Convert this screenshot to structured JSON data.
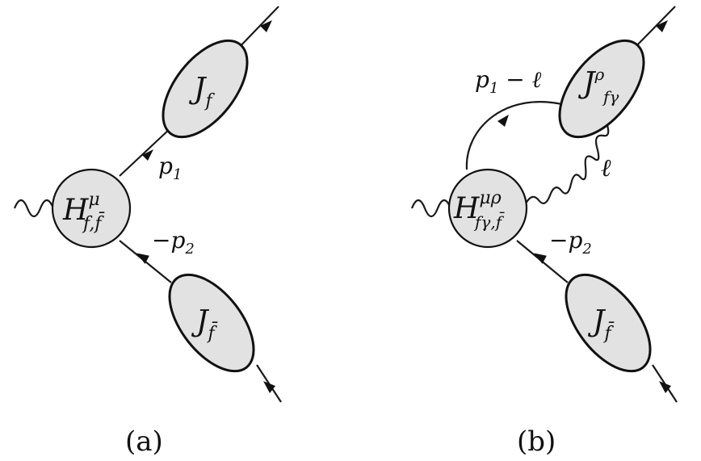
{
  "diagram_a": {
    "caption": "(a)",
    "hard_vertex": {
      "main": "H",
      "sup": "μ",
      "sub": "f,f̄"
    },
    "jet_top": {
      "main": "J",
      "sub": "f"
    },
    "jet_bottom": {
      "main": "J",
      "sub": "f̄"
    },
    "momentum_top": {
      "main": "p",
      "sub": "1"
    },
    "momentum_bottom": {
      "prefix": "−",
      "main": "p",
      "sub": "2"
    }
  },
  "diagram_b": {
    "caption": "(b)",
    "hard_vertex": {
      "main": "H",
      "sup": "μρ",
      "sub": "fγ,f̄"
    },
    "jet_top": {
      "main": "J",
      "sup": "ρ",
      "sub": "fγ"
    },
    "jet_bottom": {
      "main": "J",
      "sub": "f̄"
    },
    "momentum_arc": {
      "main": "p",
      "sub": "1",
      "suffix": " − ℓ"
    },
    "photon_label": "ℓ",
    "momentum_bottom": {
      "prefix": "−",
      "main": "p",
      "sub": "2"
    }
  }
}
